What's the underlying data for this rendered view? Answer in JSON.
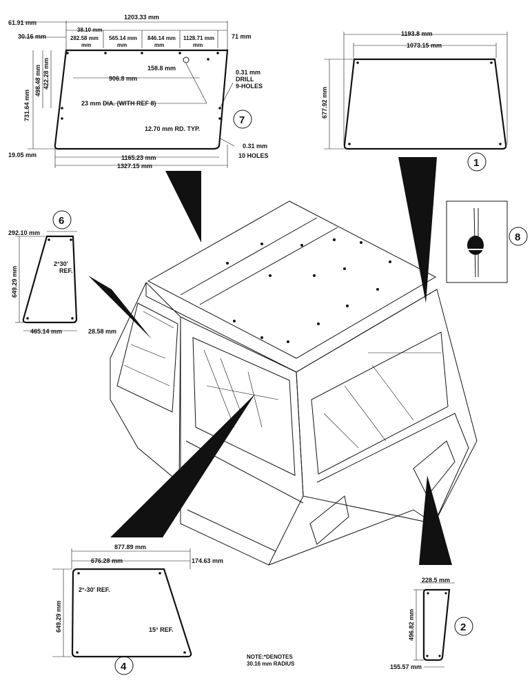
{
  "note": {
    "line1": "NOTE:*DENOTES",
    "line2": "30.16 mm RADIUS"
  },
  "callouts": {
    "c1": "1",
    "c2": "2",
    "c4": "4",
    "c6": "6",
    "c7": "7",
    "c8": "8"
  },
  "panel7": {
    "overall_width": "1203.33 mm",
    "left_offset": "61.91 mm",
    "corner": "30.16 mm",
    "h1": "38.10 mm",
    "h2": "282.58 mm",
    "h3": "565.14 mm",
    "h4": "846.14 mm",
    "h5": "1128.71 mm",
    "right_offset": "71 mm",
    "hole_spacing": "158.8 mm",
    "inner_width": "906.8 mm",
    "drill_a": "0.31 mm",
    "drill_b": "DRILL",
    "drill_c": "9-HOLES",
    "dia_note": "23 mm  DIA. (WITH REF 8)",
    "radius_note": "12.70 mm RD. TYP.",
    "holes10_a": "0.31 mm",
    "holes10_b": "10 HOLES",
    "height_total": "731.64 mm",
    "height_a": "498.48 mm",
    "height_b": "422.28 mm",
    "bottom_left": "19.05 mm",
    "bottom_inner": "1165.23 mm",
    "bottom_total": "1327.15 mm"
  },
  "panel1": {
    "top": "1193.8 mm",
    "bottom": "1073.15 mm",
    "height": "677.92 mm"
  },
  "panel6": {
    "top": "292.10 mm",
    "height": "649.29 mm",
    "angle_a": "2°30'",
    "angle_b": "REF.",
    "bottom": "465.14 mm",
    "offset": "28.58 mm"
  },
  "panel4": {
    "top": "877.89 mm",
    "inner": "676.28 mm",
    "offset": "174.63 mm",
    "height": "649.29 mm",
    "angle_left": "2°-30' REF.",
    "angle_right": "15° REF."
  },
  "panel2": {
    "top": "228.5 mm",
    "height": "496.82 mm",
    "bottom": "155.57 mm"
  }
}
